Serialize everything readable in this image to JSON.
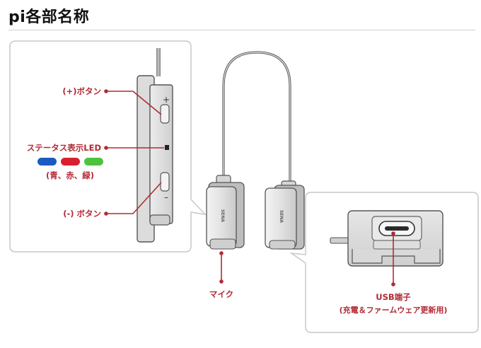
{
  "page": {
    "title": "pi各部名称"
  },
  "labels": {
    "plus_button": "(+)ボタン",
    "status_led": "ステータス表示LED",
    "led_colors": "(青、赤、緑)",
    "minus_button": "(-) ボタン",
    "mic": "マイク",
    "usb_port": "USB端子",
    "usb_port_note": "(充電＆ファームウェア更新用)"
  },
  "device": {
    "plus_symbol": "+",
    "minus_symbol": "–",
    "logo_text": "SENA"
  },
  "colors": {
    "accent": "#b22a36",
    "led_blue": "#1a5bbf",
    "led_red": "#d8202e",
    "led_green": "#4cc23d",
    "callout_border": "#c8c8c8",
    "device_body": "#d9d9d9"
  }
}
